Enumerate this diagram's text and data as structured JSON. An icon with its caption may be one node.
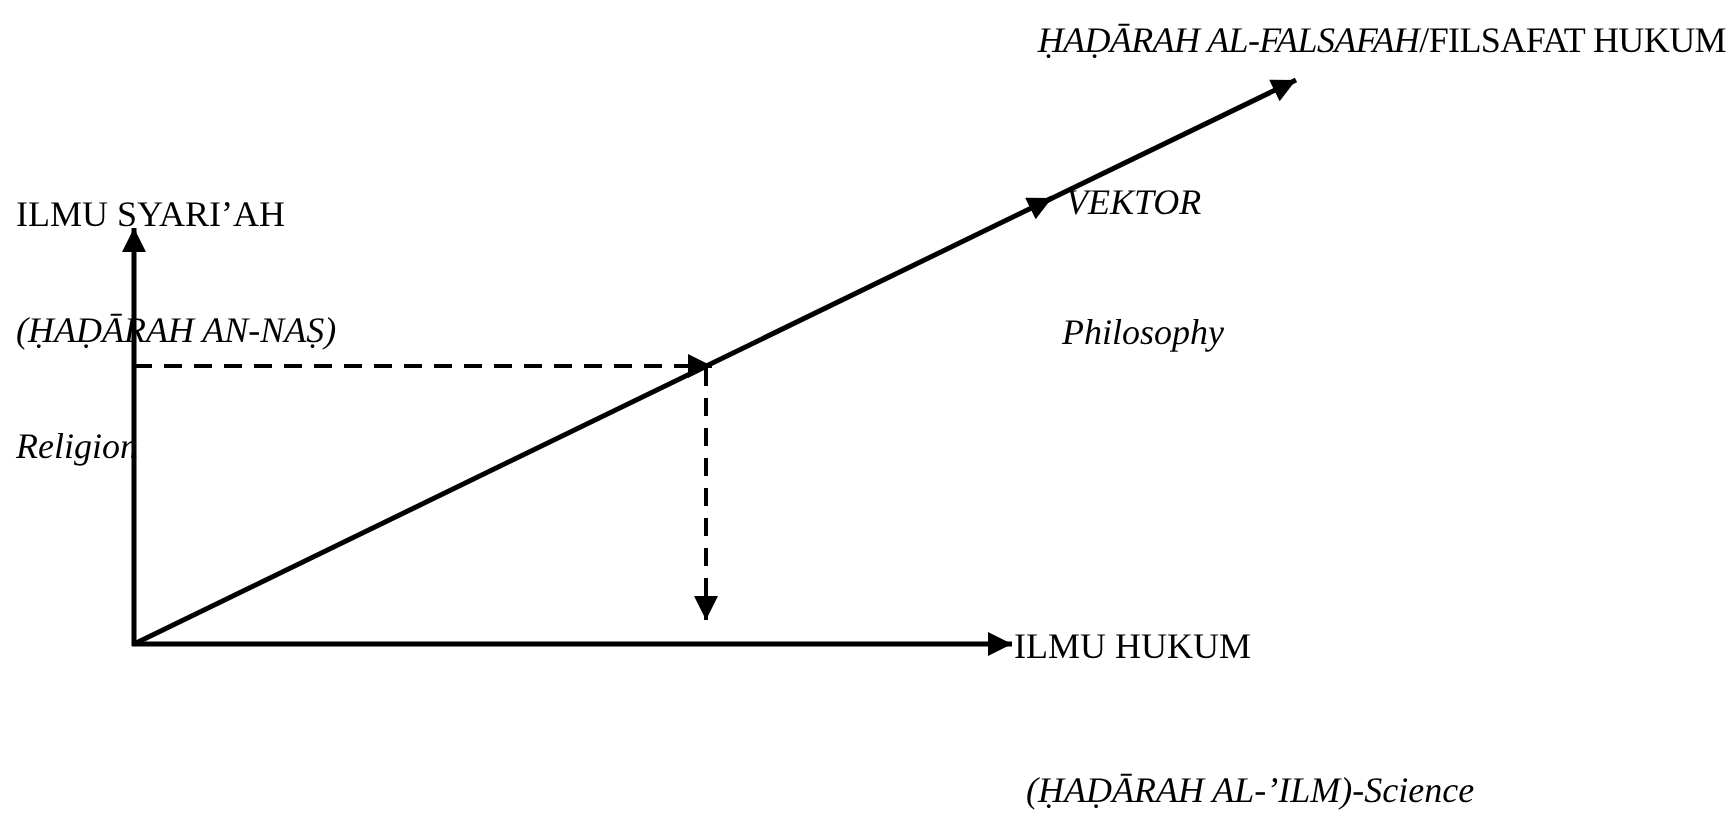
{
  "diagram": {
    "labels": [
      "*ḤAḌĀRAH AL-FALSAFAH*/FILSAFAT HUKUM",
      "ILMU SYARI’AH",
      "VEKTOR",
      "(ḤAḌĀRAH AN-NAṢ)",
      "Philosophy",
      "Religion",
      "ILMU HUKUM",
      "(ḤAḌĀRAH AL-’ILM)-Science"
    ]
  }
}
